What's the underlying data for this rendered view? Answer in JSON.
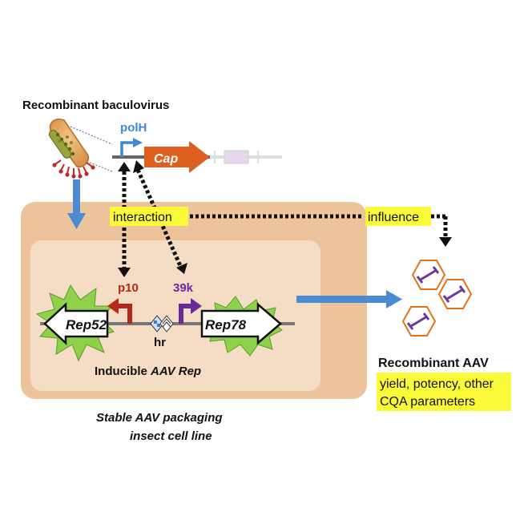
{
  "labels": {
    "baculovirus_title": "Recombinant baculovirus",
    "polH": "polH",
    "cap": "Cap",
    "interaction": "interaction",
    "influence": "influence",
    "p10": "p10",
    "k39": "39k",
    "rep52": "Rep52",
    "rep78": "Rep78",
    "hr": "hr",
    "inducible_prefix": "Inducible ",
    "inducible_italic": "AAV Rep",
    "stable_line1": "Stable AAV packaging",
    "stable_line2": "insect cell line",
    "raav_title": "Recombinant AAV",
    "raav_box_line1": "yield, potency, other",
    "raav_box_line2": "CQA parameters"
  },
  "colors": {
    "outer_cell": "#ecc39a",
    "inner_cell": "#f5dcc4",
    "highlight": "#fafa3a",
    "blue_arrow": "#4b8bd1",
    "polH_blue": "#3f88d0",
    "cap_orange": "#dd6020",
    "p10_red": "#b22a1a",
    "k39_purple": "#6a2a98",
    "burst_green": "#8ed24a",
    "capsid_orange": "#e2731c",
    "capsid_dna": "#6a3a9c"
  }
}
